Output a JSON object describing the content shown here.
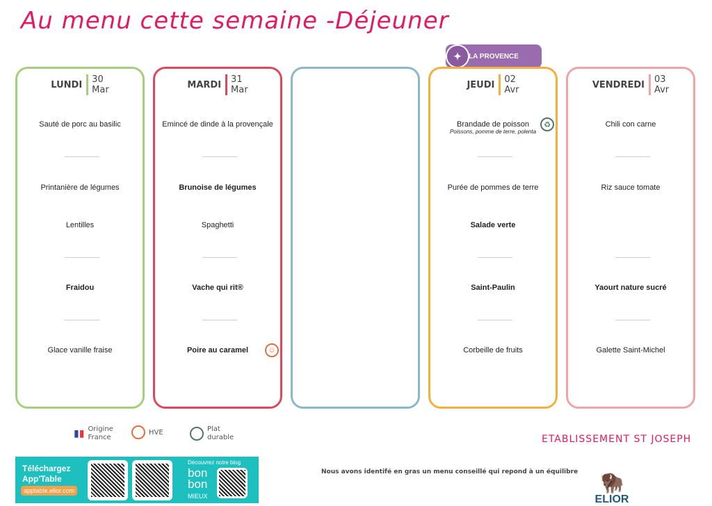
{
  "title": "Au menu cette semaine -Déjeuner",
  "theme_badge": "LA PROVENCE",
  "days": [
    {
      "day": "LUNDI",
      "num": "30",
      "month": "Mar",
      "color": "#a5cf7d",
      "items": [
        {
          "text": "Sauté de porc au basilic",
          "bold": false,
          "icon": "france-flag-icon"
        },
        {
          "text": "Printanière de légumes",
          "bold": false
        },
        {
          "text": "Lentilles",
          "bold": false
        },
        {
          "text": "Fraidou",
          "bold": true
        },
        {
          "text": "Glace vanille fraise",
          "bold": false
        }
      ]
    },
    {
      "day": "MARDI",
      "num": "31",
      "month": "Mar",
      "color": "#e0475c",
      "items": [
        {
          "text": "Emincé de dinde à la provençale",
          "bold": false
        },
        {
          "text": "Brunoise de légumes",
          "bold": true
        },
        {
          "text": "Spaghetti",
          "bold": false
        },
        {
          "text": "Vache qui rit®",
          "bold": true
        },
        {
          "text": "Poire au caramel",
          "bold": true,
          "icon": "hve-icon"
        }
      ]
    },
    {
      "day": "",
      "num": "",
      "month": "",
      "color": "#8bb8c9",
      "items": []
    },
    {
      "day": "JEUDI",
      "num": "02",
      "month": "Avr",
      "color": "#f5b03c",
      "items": [
        {
          "text": "Brandade de poisson",
          "sub": "Poissons, pomme de terre, polenta",
          "bold": false,
          "icon": "plat-durable-icon"
        },
        {
          "text": "Purée de pommes de terre",
          "bold": false
        },
        {
          "text": "Salade verte",
          "bold": true
        },
        {
          "text": "Saint-Paulin",
          "bold": true
        },
        {
          "text": "Corbeille de fruits",
          "bold": false
        }
      ]
    },
    {
      "day": "VENDREDI",
      "num": "03",
      "month": "Avr",
      "color": "#f0a3a8",
      "items": [
        {
          "text": "Chili con carne",
          "bold": false
        },
        {
          "text": "Riz sauce tomate",
          "bold": false
        },
        {
          "text": "",
          "bold": false
        },
        {
          "text": "Yaourt nature sucré",
          "bold": true
        },
        {
          "text": "Galette Saint-Michel",
          "bold": false
        }
      ]
    }
  ],
  "legend": {
    "origine": "Origine France",
    "hve": "HVE",
    "durable": "Plat durable"
  },
  "banner": {
    "download": "Téléchargez App'Table",
    "url": "apptable.elior.com",
    "blog": "Découvrez notre blog",
    "bonbon": "bon bon",
    "mieux": "MIEUX"
  },
  "note": "Nous avons identifé en gras un menu conseillé qui repond à un équilibre",
  "establishment": "ETABLISSEMENT ST JOSEPH",
  "brand": "ELIOR"
}
